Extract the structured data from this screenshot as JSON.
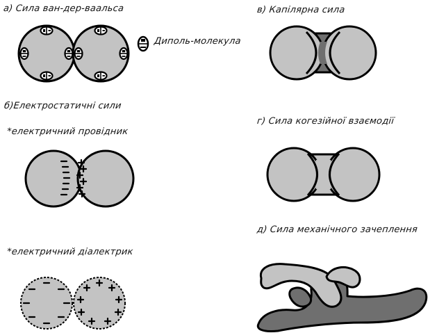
{
  "labels": {
    "a": "а) Сила ван-дер-ваальса",
    "dipole": "Диполь-молекула",
    "b": "б)Електростатичні сили",
    "conductor": "*електричний провідник",
    "dielectric": "*електричний діалектрик",
    "v": "в) Капілярна сила",
    "g": "г) Сила когезійної взаємодії",
    "d": "д) Сила механічного зачеплення"
  },
  "colors": {
    "particle": "#c3c3c3",
    "liquid_bridge": "#6f6f6f",
    "outline": "#000000",
    "background": "#ffffff"
  }
}
